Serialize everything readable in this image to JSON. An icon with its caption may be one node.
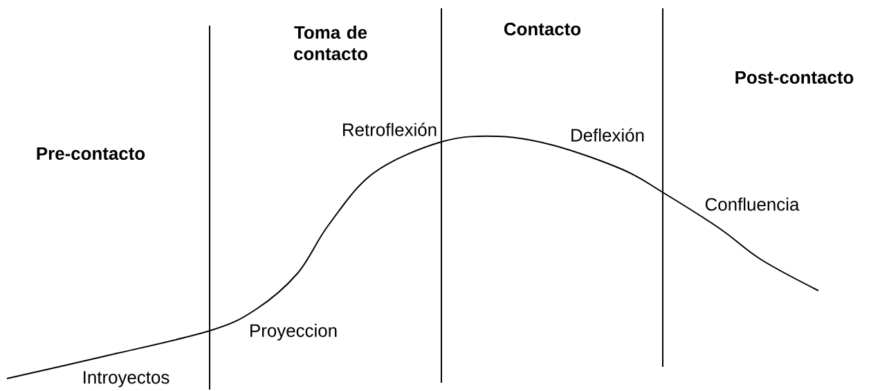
{
  "diagram": {
    "labels": [
      "Toma de contacto",
      "Contacto",
      "Post-contacto",
      "Retroflexión",
      "Deflexión",
      "Pre-contacto",
      "Confluencia",
      "Proyeccion",
      "Introyectos"
    ]
  }
}
